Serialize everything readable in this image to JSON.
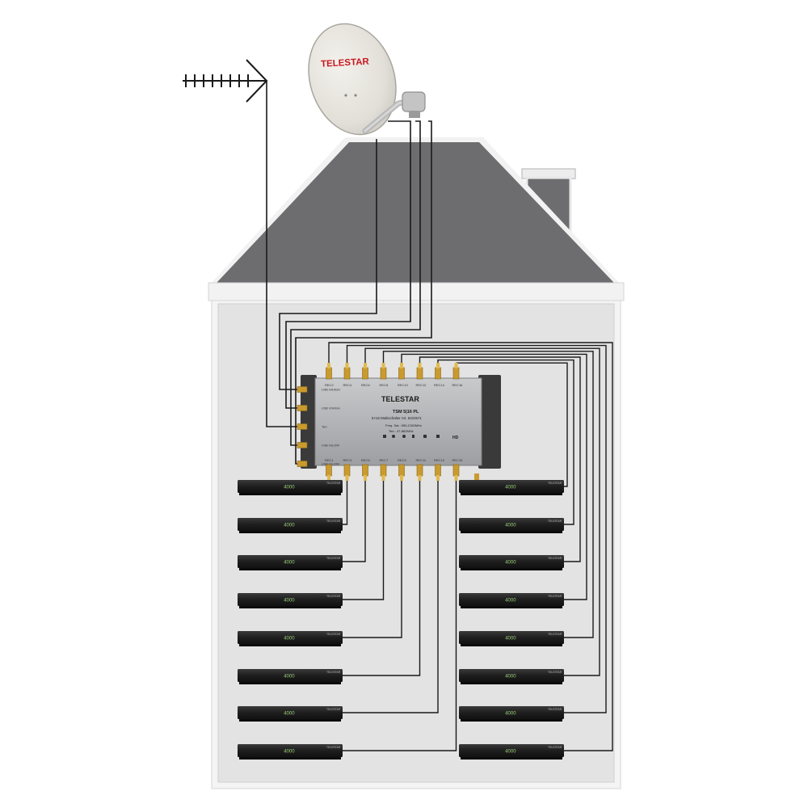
{
  "dish": {
    "brand": "TELESTAR"
  },
  "multiswitch": {
    "brand": "TELESTAR",
    "model": "TSM 5|16 PL",
    "description": "5×16 Multischalter Art. 5222571",
    "freq_sat": "Freq. Sat.: 950-2150MHz",
    "freq_terr": "Terr.: 47-862MHz",
    "hd_badge": "HD",
    "top_ports": [
      "REC2",
      "REC4",
      "REC6",
      "REC8",
      "REC10",
      "REC12",
      "REC14",
      "REC16"
    ],
    "bottom_ports": [
      "REC1",
      "REC3",
      "REC5",
      "REC7",
      "REC9",
      "REC11",
      "REC13",
      "REC15"
    ],
    "inputs": [
      "LNB H/HIGH",
      "LNB V/HIGH",
      "Terr.",
      "LNB H/LOW",
      "LNB V/LOW"
    ]
  },
  "receivers": {
    "display_text": "4000",
    "brand": "TELESTAR",
    "count_left": 8,
    "count_right": 8
  },
  "colors": {
    "roof": "#6d6d6f",
    "wall": "#e3e3e3",
    "wall_border": "#f4f4f4",
    "brand_red": "#c8171e",
    "gold": "#c99a2e",
    "cable": "#1a1a1a",
    "receiver": "#202020"
  }
}
